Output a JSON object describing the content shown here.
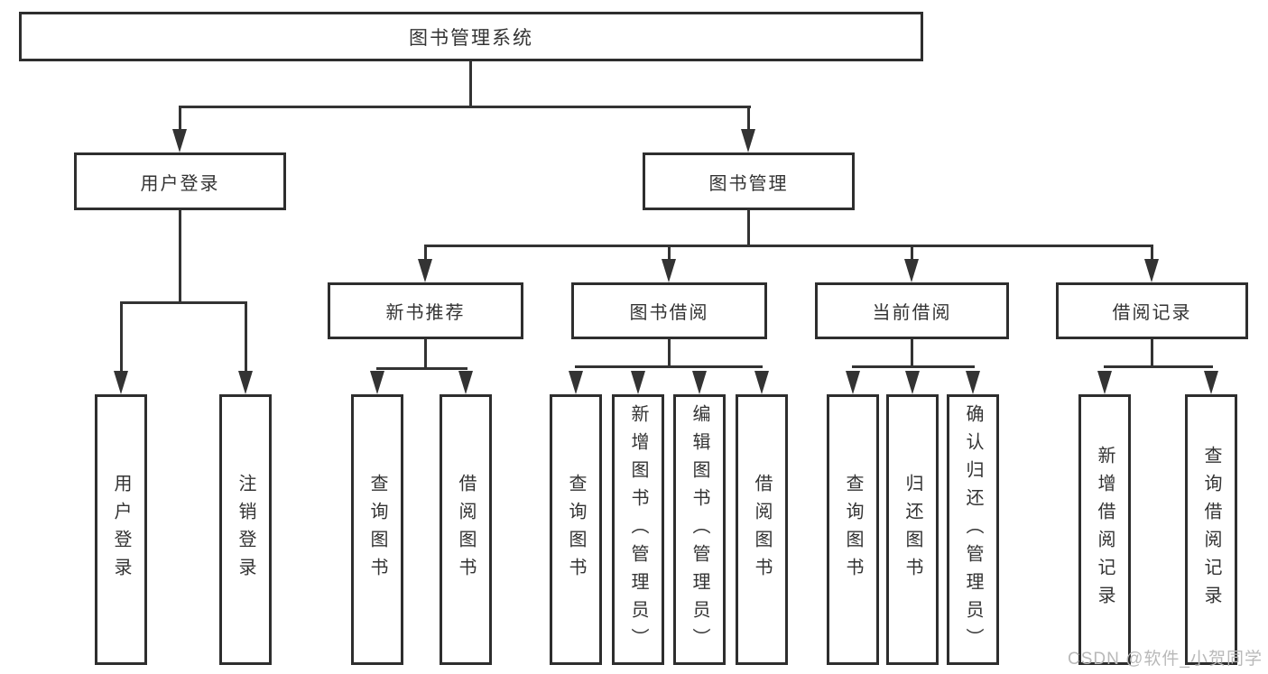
{
  "colors": {
    "background": "#ffffff",
    "box_border": "#2e2e2e",
    "line": "#333333",
    "text": "#333333",
    "watermark": "#b9b9b9"
  },
  "diagram": {
    "root": {
      "label": "图书管理系统"
    },
    "user_login": {
      "label": "用户登录",
      "children": [
        {
          "label": "用户登录"
        },
        {
          "label": "注销登录"
        }
      ]
    },
    "book_mgmt": {
      "label": "图书管理",
      "sections": [
        {
          "label": "新书推荐",
          "children": [
            {
              "label": "查询图书"
            },
            {
              "label": "借阅图书"
            }
          ]
        },
        {
          "label": "图书借阅",
          "children": [
            {
              "label": "查询图书"
            },
            {
              "label": "新增图书（管理员）"
            },
            {
              "label": "编辑图书（管理员）"
            },
            {
              "label": "借阅图书"
            }
          ]
        },
        {
          "label": "当前借阅",
          "children": [
            {
              "label": "查询图书"
            },
            {
              "label": "归还图书"
            },
            {
              "label": "确认归还（管理员）"
            }
          ]
        },
        {
          "label": "借阅记录",
          "children": [
            {
              "label": "新增借阅记录"
            },
            {
              "label": "查询借阅记录"
            }
          ]
        }
      ]
    },
    "watermark": "CSDN @软件_小贺同学"
  }
}
